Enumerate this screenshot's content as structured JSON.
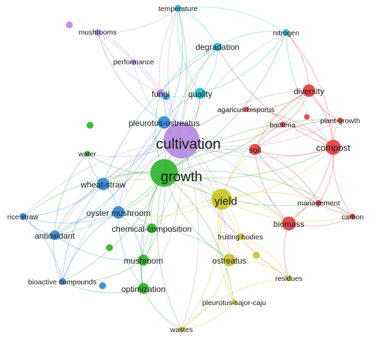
{
  "clusters": {
    "red": "#e8393c",
    "green": "#2bb32b",
    "blue": "#2e86d6",
    "yellow": "#c9c225",
    "purple": "#b48ae0",
    "cyan": "#22bcd0"
  },
  "nodes": [
    {
      "id": "cultivation",
      "label": "cultivation",
      "cluster": "purple",
      "weight": 10
    },
    {
      "id": "growth",
      "label": "growth",
      "cluster": "green",
      "weight": 9
    },
    {
      "id": "yield",
      "label": "yield",
      "cluster": "yellow",
      "weight": 7
    },
    {
      "id": "compost",
      "label": "compost",
      "cluster": "red",
      "weight": 5
    },
    {
      "id": "diversity",
      "label": "diversity",
      "cluster": "red",
      "weight": 4
    },
    {
      "id": "soil",
      "label": "soil",
      "cluster": "red",
      "weight": 4
    },
    {
      "id": "biomass",
      "label": "biomass",
      "cluster": "red",
      "weight": 4
    },
    {
      "id": "wheat-straw",
      "label": "wheat-straw",
      "cluster": "blue",
      "weight": 4
    },
    {
      "id": "pleurotus-ostreatus",
      "label": "pleurotus-ostreatus",
      "cluster": "blue",
      "weight": 4
    },
    {
      "id": "oyster-mushroom",
      "label": "oyster mushroom",
      "cluster": "blue",
      "weight": 4
    },
    {
      "id": "ostreatus",
      "label": "ostreatus",
      "cluster": "yellow",
      "weight": 4
    },
    {
      "id": "quality",
      "label": "quality",
      "cluster": "cyan",
      "weight": 3
    },
    {
      "id": "chemical-composition",
      "label": "chemical-composition",
      "cluster": "green",
      "weight": 3
    },
    {
      "id": "mushroom",
      "label": "mushroom",
      "cluster": "green",
      "weight": 3
    },
    {
      "id": "optimization",
      "label": "optimization",
      "cluster": "green",
      "weight": 3
    },
    {
      "id": "antioxidant",
      "label": "antioxidant",
      "cluster": "blue",
      "weight": 3
    },
    {
      "id": "degradation",
      "label": "degradation",
      "cluster": "cyan",
      "weight": 3
    },
    {
      "id": "fungi",
      "label": "fungi",
      "cluster": "purple",
      "weight": 3
    },
    {
      "id": "fruiting-bodies",
      "label": "fruiting bodies",
      "cluster": "yellow",
      "weight": 2
    },
    {
      "id": "agaricus-bisporus",
      "label": "agaricus-bisporus",
      "cluster": "red",
      "weight": 2
    },
    {
      "id": "bacteria",
      "label": "bacteria",
      "cluster": "red",
      "weight": 2
    },
    {
      "id": "plant-growth",
      "label": "plant-growth",
      "cluster": "red",
      "weight": 2
    },
    {
      "id": "management",
      "label": "management",
      "cluster": "red",
      "weight": 2
    },
    {
      "id": "carbon",
      "label": "carbon",
      "cluster": "red",
      "weight": 2
    },
    {
      "id": "temperature",
      "label": "temperature",
      "cluster": "cyan",
      "weight": 2
    },
    {
      "id": "nitrogen",
      "label": "nitrogen",
      "cluster": "cyan",
      "weight": 2
    },
    {
      "id": "mushrooms",
      "label": "mushrooms",
      "cluster": "purple",
      "weight": 2
    },
    {
      "id": "performance",
      "label": "performance",
      "cluster": "purple",
      "weight": 2
    },
    {
      "id": "water",
      "label": "water",
      "cluster": "green",
      "weight": 2
    },
    {
      "id": "rice-straw",
      "label": "rice straw",
      "cluster": "blue",
      "weight": 2
    },
    {
      "id": "bioactive-compounds",
      "label": "bioactive compounds",
      "cluster": "blue",
      "weight": 2
    },
    {
      "id": "residues",
      "label": "residues",
      "cluster": "yellow",
      "weight": 2
    },
    {
      "id": "pleurotus-sajor-caju",
      "label": "pleurotus-sajor-caju",
      "cluster": "yellow",
      "weight": 2
    },
    {
      "id": "wastes",
      "label": "wastes",
      "cluster": "yellow",
      "weight": 2
    }
  ],
  "links": [
    [
      "cultivation",
      "growth"
    ],
    [
      "cultivation",
      "yield"
    ],
    [
      "cultivation",
      "compost"
    ],
    [
      "cultivation",
      "diversity"
    ],
    [
      "cultivation",
      "soil"
    ],
    [
      "cultivation",
      "biomass"
    ],
    [
      "cultivation",
      "wheat-straw"
    ],
    [
      "cultivation",
      "pleurotus-ostreatus"
    ],
    [
      "cultivation",
      "oyster-mushroom"
    ],
    [
      "cultivation",
      "ostreatus"
    ],
    [
      "cultivation",
      "quality"
    ],
    [
      "cultivation",
      "chemical-composition"
    ],
    [
      "cultivation",
      "mushroom"
    ],
    [
      "cultivation",
      "optimization"
    ],
    [
      "cultivation",
      "antioxidant"
    ],
    [
      "cultivation",
      "degradation"
    ],
    [
      "cultivation",
      "fungi"
    ],
    [
      "cultivation",
      "temperature"
    ],
    [
      "cultivation",
      "mushrooms"
    ],
    [
      "cultivation",
      "performance"
    ],
    [
      "cultivation",
      "bacteria"
    ],
    [
      "cultivation",
      "agaricus-bisporus"
    ],
    [
      "cultivation",
      "residues"
    ],
    [
      "cultivation",
      "wastes"
    ],
    [
      "cultivation",
      "rice-straw"
    ],
    [
      "cultivation",
      "water"
    ],
    [
      "cultivation",
      "fruiting-bodies"
    ],
    [
      "cultivation",
      "nitrogen"
    ],
    [
      "cultivation",
      "plant-growth"
    ],
    [
      "cultivation",
      "management"
    ],
    [
      "cultivation",
      "bioactive-compounds"
    ],
    [
      "growth",
      "yield"
    ],
    [
      "growth",
      "compost"
    ],
    [
      "growth",
      "soil"
    ],
    [
      "growth",
      "diversity"
    ],
    [
      "growth",
      "biomass"
    ],
    [
      "growth",
      "wheat-straw"
    ],
    [
      "growth",
      "oyster-mushroom"
    ],
    [
      "growth",
      "chemical-composition"
    ],
    [
      "growth",
      "mushroom"
    ],
    [
      "growth",
      "optimization"
    ],
    [
      "growth",
      "antioxidant"
    ],
    [
      "growth",
      "quality"
    ],
    [
      "growth",
      "degradation"
    ],
    [
      "growth",
      "temperature"
    ],
    [
      "growth",
      "water"
    ],
    [
      "growth",
      "rice-straw"
    ],
    [
      "growth",
      "bioactive-compounds"
    ],
    [
      "growth",
      "ostreatus"
    ],
    [
      "growth",
      "pleurotus-sajor-caju"
    ],
    [
      "growth",
      "wastes"
    ],
    [
      "growth",
      "carbon"
    ],
    [
      "growth",
      "management"
    ],
    [
      "growth",
      "plant-growth"
    ],
    [
      "growth",
      "nitrogen"
    ],
    [
      "growth",
      "fungi"
    ],
    [
      "yield",
      "compost"
    ],
    [
      "yield",
      "biomass"
    ],
    [
      "yield",
      "ostreatus"
    ],
    [
      "yield",
      "fruiting-bodies"
    ],
    [
      "yield",
      "residues"
    ],
    [
      "yield",
      "wastes"
    ],
    [
      "yield",
      "pleurotus-sajor-caju"
    ],
    [
      "yield",
      "management"
    ],
    [
      "yield",
      "carbon"
    ],
    [
      "yield",
      "soil"
    ],
    [
      "yield",
      "wheat-straw"
    ],
    [
      "yield",
      "oyster-mushroom"
    ],
    [
      "yield",
      "chemical-composition"
    ],
    [
      "yield",
      "diversity"
    ],
    [
      "compost",
      "diversity"
    ],
    [
      "compost",
      "soil"
    ],
    [
      "compost",
      "bacteria"
    ],
    [
      "compost",
      "plant-growth"
    ],
    [
      "compost",
      "agaricus-bisporus"
    ],
    [
      "compost",
      "management"
    ],
    [
      "compost",
      "carbon"
    ],
    [
      "compost",
      "biomass"
    ],
    [
      "compost",
      "nitrogen"
    ],
    [
      "compost",
      "degradation"
    ],
    [
      "diversity",
      "soil"
    ],
    [
      "diversity",
      "bacteria"
    ],
    [
      "diversity",
      "plant-growth"
    ],
    [
      "diversity",
      "agaricus-bisporus"
    ],
    [
      "diversity",
      "nitrogen"
    ],
    [
      "soil",
      "bacteria"
    ],
    [
      "soil",
      "biomass"
    ],
    [
      "soil",
      "plant-growth"
    ],
    [
      "soil",
      "carbon"
    ],
    [
      "soil",
      "management"
    ],
    [
      "biomass",
      "carbon"
    ],
    [
      "biomass",
      "management"
    ],
    [
      "biomass",
      "residues"
    ],
    [
      "wheat-straw",
      "rice-straw"
    ],
    [
      "wheat-straw",
      "antioxidant"
    ],
    [
      "wheat-straw",
      "oyster-mushroom"
    ],
    [
      "wheat-straw",
      "pleurotus-ostreatus"
    ],
    [
      "wheat-straw",
      "water"
    ],
    [
      "wheat-straw",
      "bioactive-compounds"
    ],
    [
      "wheat-straw",
      "degradation"
    ],
    [
      "pleurotus-ostreatus",
      "fungi"
    ],
    [
      "pleurotus-ostreatus",
      "quality"
    ],
    [
      "pleurotus-ostreatus",
      "oyster-mushroom"
    ],
    [
      "pleurotus-ostreatus",
      "mushrooms"
    ],
    [
      "pleurotus-ostreatus",
      "temperature"
    ],
    [
      "pleurotus-ostreatus",
      "antioxidant"
    ],
    [
      "oyster-mushroom",
      "antioxidant"
    ],
    [
      "oyster-mushroom",
      "rice-straw"
    ],
    [
      "oyster-mushroom",
      "bioactive-compounds"
    ],
    [
      "oyster-mushroom",
      "mushroom"
    ],
    [
      "oyster-mushroom",
      "optimization"
    ],
    [
      "oyster-mushroom",
      "chemical-composition"
    ],
    [
      "antioxidant",
      "bioactive-compounds"
    ],
    [
      "antioxidant",
      "rice-straw"
    ],
    [
      "antioxidant",
      "mushroom"
    ],
    [
      "chemical-composition",
      "mushroom"
    ],
    [
      "chemical-composition",
      "optimization"
    ],
    [
      "chemical-composition",
      "ostreatus"
    ],
    [
      "mushroom",
      "optimization"
    ],
    [
      "mushroom",
      "bioactive-compounds"
    ],
    [
      "optimization",
      "wastes"
    ],
    [
      "optimization",
      "bioactive-compounds"
    ],
    [
      "ostreatus",
      "fruiting-bodies"
    ],
    [
      "ostreatus",
      "residues"
    ],
    [
      "ostreatus",
      "pleurotus-sajor-caju"
    ],
    [
      "ostreatus",
      "wastes"
    ],
    [
      "quality",
      "degradation"
    ],
    [
      "quality",
      "temperature"
    ],
    [
      "quality",
      "nitrogen"
    ],
    [
      "quality",
      "fungi"
    ],
    [
      "degradation",
      "temperature"
    ],
    [
      "degradation",
      "nitrogen"
    ],
    [
      "degradation",
      "fungi"
    ],
    [
      "mushrooms",
      "performance"
    ],
    [
      "mushrooms",
      "fungi"
    ],
    [
      "performance",
      "fungi"
    ],
    [
      "mushrooms",
      "temperature"
    ],
    [
      "fungi",
      "temperature"
    ],
    [
      "water",
      "antioxidant"
    ],
    [
      "rice-straw",
      "bioactive-compounds"
    ],
    [
      "wastes",
      "pleurotus-sajor-caju"
    ],
    [
      "wastes",
      "residues"
    ],
    [
      "residues",
      "fruiting-bodies"
    ],
    [
      "management",
      "carbon"
    ],
    [
      "nitrogen",
      "compost"
    ],
    [
      "temperature",
      "nitrogen"
    ]
  ]
}
